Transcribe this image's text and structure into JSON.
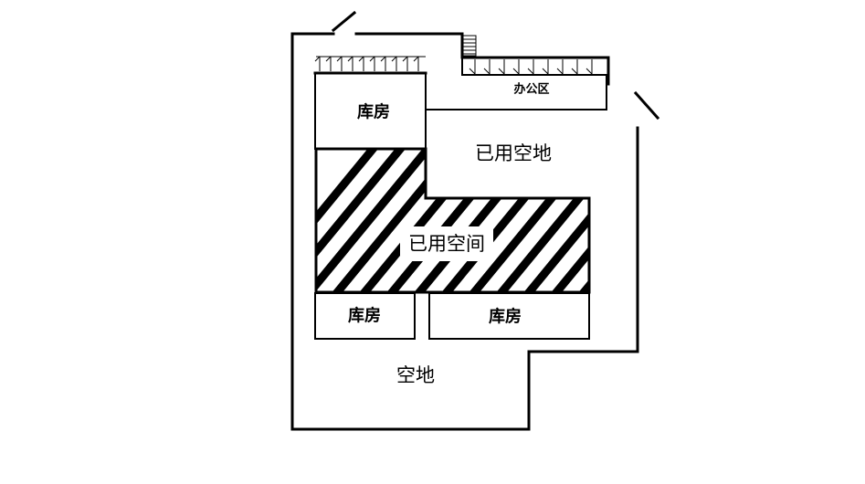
{
  "labels": {
    "warehouse_top": "库房",
    "office_area": "办公区",
    "used_open_land": "已用空地",
    "used_space": "已用空间",
    "warehouse_bottom_left": "库房",
    "warehouse_bottom_right": "库房",
    "open_land": "空地"
  },
  "colors": {
    "line": "#000000",
    "background": "#ffffff"
  }
}
